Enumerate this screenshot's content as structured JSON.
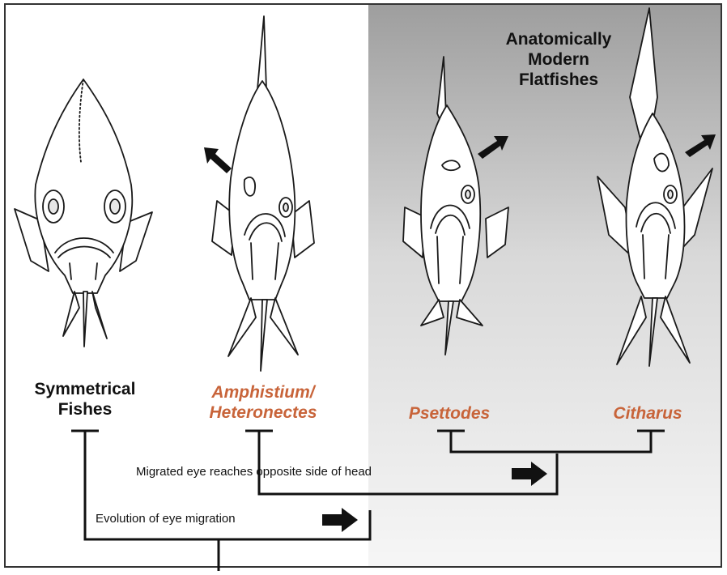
{
  "header": {
    "line1": "Anatomically",
    "line2": "Modern",
    "line3": "Flatfishes"
  },
  "taxa": [
    {
      "line1": "Symmetrical",
      "line2": "Fishes"
    },
    {
      "line1": "Amphistium/",
      "line2": "Heteronectes"
    },
    {
      "line1": "Psettodes"
    },
    {
      "line1": "Citharus"
    }
  ],
  "events": {
    "reach": "Migrated eye reaches opposite side of head",
    "evolution": "Evolution of eye migration"
  },
  "colors": {
    "modern_label": "#c8643a",
    "text": "#111111",
    "panel_top": "#9e9e9e",
    "panel_bottom": "#f4f4f4"
  }
}
